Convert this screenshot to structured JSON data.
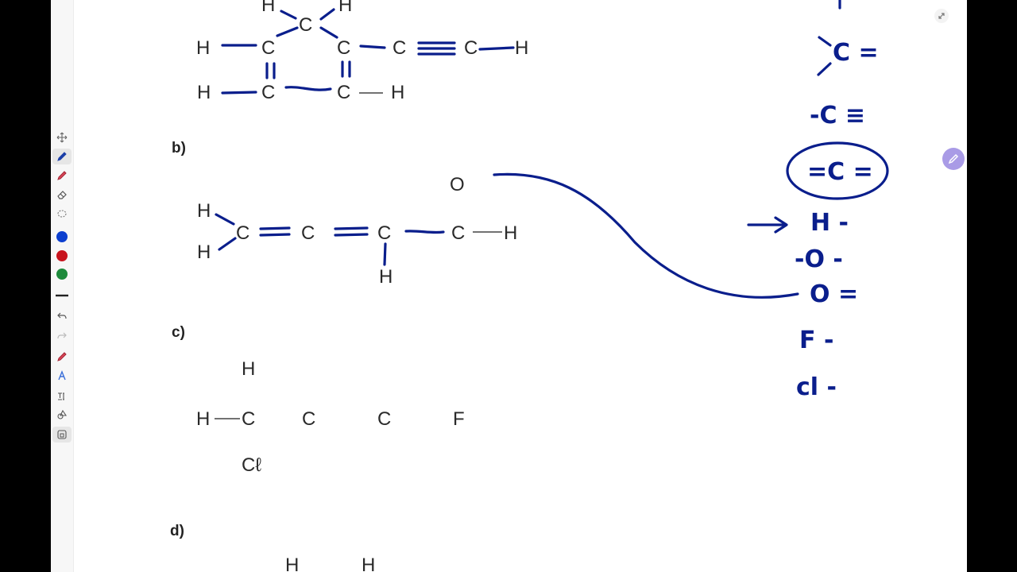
{
  "colors": {
    "ink": "#0a1e8c",
    "swatch_blue": "#0c3fcf",
    "swatch_red": "#c8141e",
    "swatch_green": "#1e8a3c",
    "accent": "#a99be6"
  },
  "toolbar": {
    "tools": [
      {
        "name": "move-icon"
      },
      {
        "name": "pen-icon"
      },
      {
        "name": "highlighter-icon"
      },
      {
        "name": "eraser-icon"
      },
      {
        "name": "lasso-icon"
      }
    ],
    "colors": [
      "blue",
      "red",
      "green"
    ],
    "actions": [
      {
        "name": "undo-icon"
      },
      {
        "name": "redo-icon"
      },
      {
        "name": "marker-icon"
      },
      {
        "name": "shape-recognize-icon"
      },
      {
        "name": "text-tool-icon"
      },
      {
        "name": "shapes-icon"
      },
      {
        "name": "lock-icon"
      }
    ]
  },
  "worksheet": {
    "part_a": {
      "top_h_left": "H",
      "top_c": "C",
      "top_h_right": "H",
      "row1": [
        "H",
        "C",
        "C",
        "C",
        "C",
        "H"
      ],
      "row2": [
        "H",
        "C",
        "C",
        "H"
      ]
    },
    "part_b": {
      "label": "b)",
      "o_top": "O",
      "h_up": "H",
      "h_down": "H",
      "chain": [
        "C",
        "C",
        "C",
        "C",
        "H"
      ],
      "h_below": "H"
    },
    "part_c": {
      "label": "c)",
      "h_top": "H",
      "row": [
        "H",
        "C",
        "C",
        "C",
        "F"
      ],
      "cl_bottom": "Cℓ"
    },
    "part_d": {
      "label": "d)",
      "h_partial": [
        "H",
        "H"
      ]
    }
  },
  "notes": {
    "c_double": "C =",
    "c_triple": "-C ≡",
    "c_double_both": "=C =",
    "h_single": "H -",
    "o_single": "-O -",
    "o_double": "O =",
    "f_single": "F -",
    "cl_single": "cl -"
  }
}
